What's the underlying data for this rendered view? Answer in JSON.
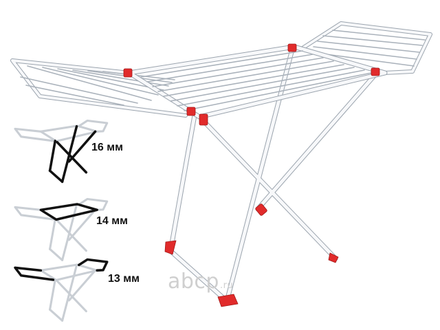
{
  "product": {
    "frame_color": "#f4f6f8",
    "frame_edge_color": "#9aa3ad",
    "clip_color": "#e12b2b"
  },
  "thumbnails": [
    {
      "label": "16 мм",
      "highlight": "legs",
      "highlight_color": "#111111"
    },
    {
      "label": "14 мм",
      "highlight": "top-frame",
      "highlight_color": "#111111"
    },
    {
      "label": "13 мм",
      "highlight": "wings",
      "highlight_color": "#111111"
    }
  ],
  "watermark": {
    "main": "abcp",
    "suffix": ".ru",
    "color": "#cfcfcf"
  }
}
